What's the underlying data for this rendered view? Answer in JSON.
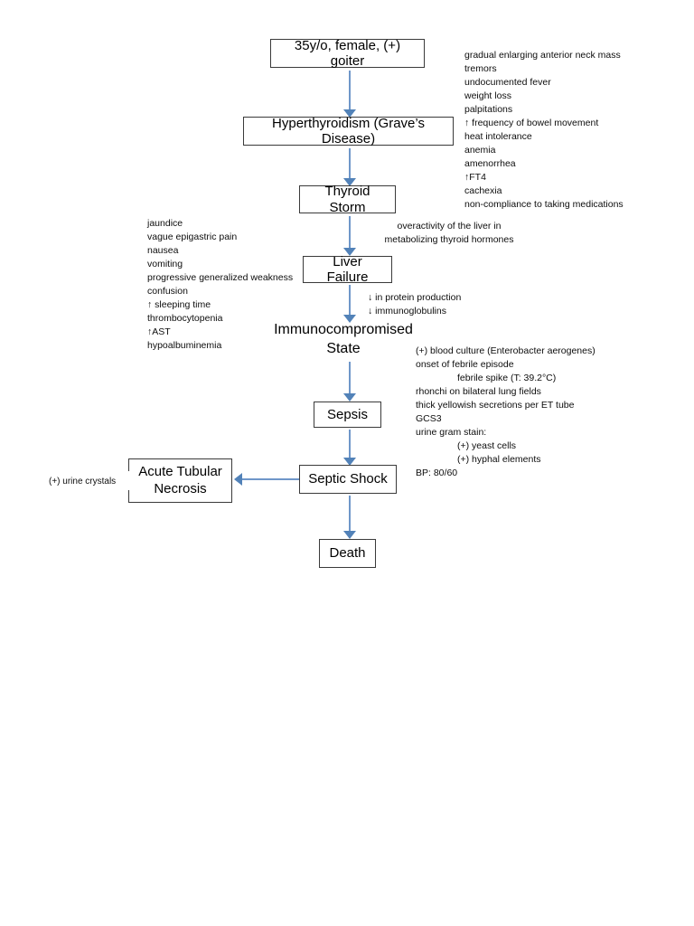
{
  "chart_data": {
    "type": "flowchart",
    "title": "Pathophysiology flowchart: Hyperthyroidism to Death",
    "nodes": [
      {
        "id": "patient",
        "label": "35y/o, female, (+) goiter"
      },
      {
        "id": "hyper",
        "label": "Hyperthyroidism (Grave’s Disease)"
      },
      {
        "id": "storm",
        "label": "Thyroid Storm"
      },
      {
        "id": "liver",
        "label": "Liver Failure"
      },
      {
        "id": "immuno",
        "label": "Immunocompromised State"
      },
      {
        "id": "sepsis",
        "label": "Sepsis"
      },
      {
        "id": "shock",
        "label": "Septic Shock"
      },
      {
        "id": "atn",
        "label": "Acute Tubular Necrosis"
      },
      {
        "id": "death",
        "label": "Death"
      }
    ],
    "edges": [
      {
        "from": "patient",
        "to": "hyper",
        "direction": "down"
      },
      {
        "from": "hyper",
        "to": "storm",
        "direction": "down"
      },
      {
        "from": "storm",
        "to": "liver",
        "direction": "down"
      },
      {
        "from": "liver",
        "to": "immuno",
        "direction": "down"
      },
      {
        "from": "immuno",
        "to": "sepsis",
        "direction": "down"
      },
      {
        "from": "sepsis",
        "to": "shock",
        "direction": "down"
      },
      {
        "from": "shock",
        "to": "atn",
        "direction": "left"
      },
      {
        "from": "shock",
        "to": "death",
        "direction": "down"
      }
    ],
    "arrow_color": "#5282b8"
  },
  "nodes": {
    "patient": "35y/o, female, (+) goiter",
    "hyperthyroidism": "Hyperthyroidism (Grave’s Disease)",
    "thyroid_storm": "Thyroid Storm",
    "liver_failure": "Liver Failure",
    "immunocompromised_line1": "Immunocompromised",
    "immunocompromised_line2": "State",
    "sepsis": "Sepsis",
    "septic_shock": "Septic Shock",
    "acute_tubular_necrosis_line1": "Acute Tubular",
    "acute_tubular_necrosis_line2": "Necrosis",
    "death": "Death"
  },
  "annotations": {
    "hyperthyroid_findings": {
      "items": [
        "gradual enlarging anterior neck mass",
        "tremors",
        "undocumented fever",
        "weight loss",
        "palpitations",
        "↑ frequency of bowel movement",
        "heat intolerance",
        "anemia",
        "amenorrhea",
        "↑FT4",
        "cachexia",
        "non-compliance to taking medications"
      ]
    },
    "liver_failure_findings": {
      "items": [
        "jaundice",
        "vague epigastric pain",
        "nausea",
        "vomiting",
        "progressive generalized weakness",
        "confusion",
        "↑ sleeping time",
        "thrombocytopenia",
        "↑AST",
        "hypoalbuminemia"
      ]
    },
    "liver_mechanism": {
      "line1": "overactivity of the liver in",
      "line2": "metabolizing thyroid hormones"
    },
    "immuno_mechanism": {
      "items": [
        "↓ in protein production",
        "↓ immunoglobulins"
      ]
    },
    "sepsis_findings": {
      "items": [
        {
          "text": "(+) blood culture (Enterobacter aerogenes)",
          "indent": false
        },
        {
          "text": "onset of febrile episode",
          "indent": false
        },
        {
          "text": "febrile spike (T: 39.2°C)",
          "indent": true
        },
        {
          "text": "rhonchi on bilateral lung fields",
          "indent": false
        },
        {
          "text": "thick yellowish secretions per ET tube",
          "indent": false
        },
        {
          "text": "GCS3",
          "indent": false
        },
        {
          "text": "urine gram stain:",
          "indent": false
        },
        {
          "text": "(+) yeast cells",
          "indent": true
        },
        {
          "text": "(+) hyphal elements",
          "indent": true
        },
        {
          "text": "BP: 80/60",
          "indent": false
        }
      ]
    },
    "atn_finding": "(+) urine crystals"
  }
}
